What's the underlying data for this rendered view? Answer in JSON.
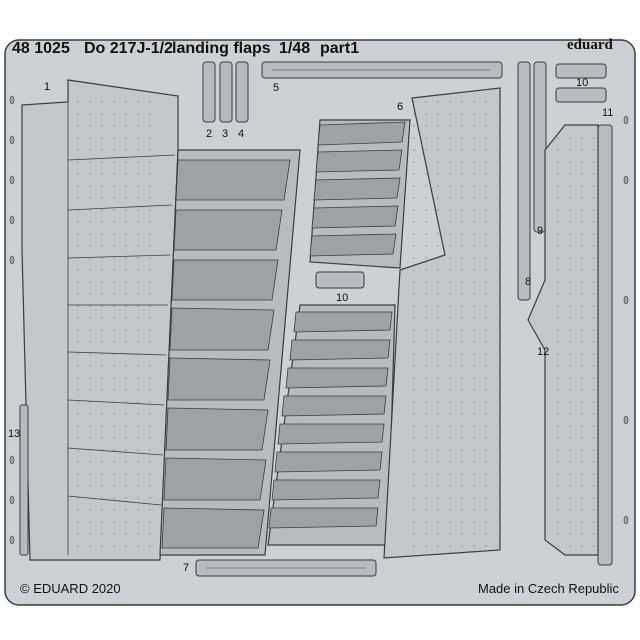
{
  "header": {
    "product_no": "48 1025",
    "subject": "Do 217J-1/2",
    "title": "landing flaps",
    "scale": "1/48",
    "part": "part1",
    "brand": "eduard"
  },
  "part_numbers": [
    "1",
    "2",
    "3",
    "4",
    "5",
    "6",
    "7",
    "8",
    "9",
    "10",
    "10",
    "11",
    "12",
    "13"
  ],
  "footer": {
    "copyright": "© EDUARD 2020",
    "origin": "Made in Czech Republic"
  },
  "colors": {
    "fret": "#cdd0d4",
    "part": "#b8bcc1",
    "outline": "#3a3d42",
    "background": "#ffffff"
  }
}
